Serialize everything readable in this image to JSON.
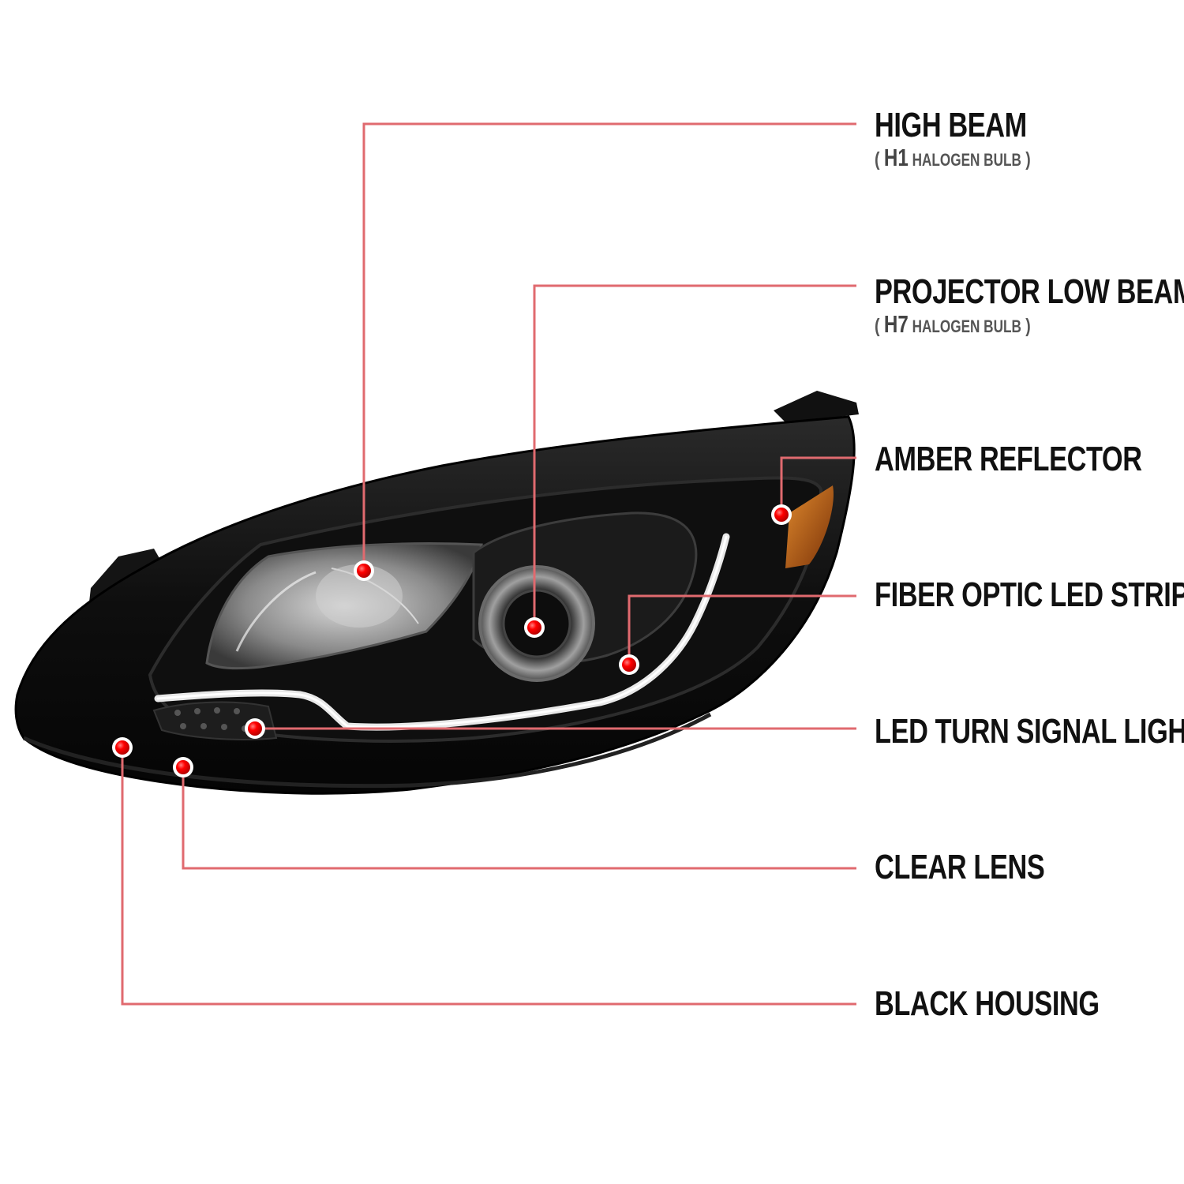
{
  "colors": {
    "leader_line": "#e06a6f",
    "dot": "#ff0000",
    "housing": "#0b0b0b",
    "amber": "#c8641a",
    "background": "#ffffff"
  },
  "callouts": [
    {
      "title": "HIGH BEAM",
      "sub_open": "( ",
      "sub_bulb": "H1",
      "sub_rest": " HALOGEN BULB",
      "sub_close": " )"
    },
    {
      "title": "PROJECTOR LOW BEAM",
      "sub_open": "( ",
      "sub_bulb": "H7",
      "sub_rest": " HALOGEN BULB",
      "sub_close": " )"
    },
    {
      "title": "AMBER REFLECTOR"
    },
    {
      "title": "FIBER OPTIC LED STRIP"
    },
    {
      "title": "LED TURN SIGNAL LIGHT"
    },
    {
      "title": "CLEAR LENS"
    },
    {
      "title": "BLACK HOUSING"
    }
  ]
}
